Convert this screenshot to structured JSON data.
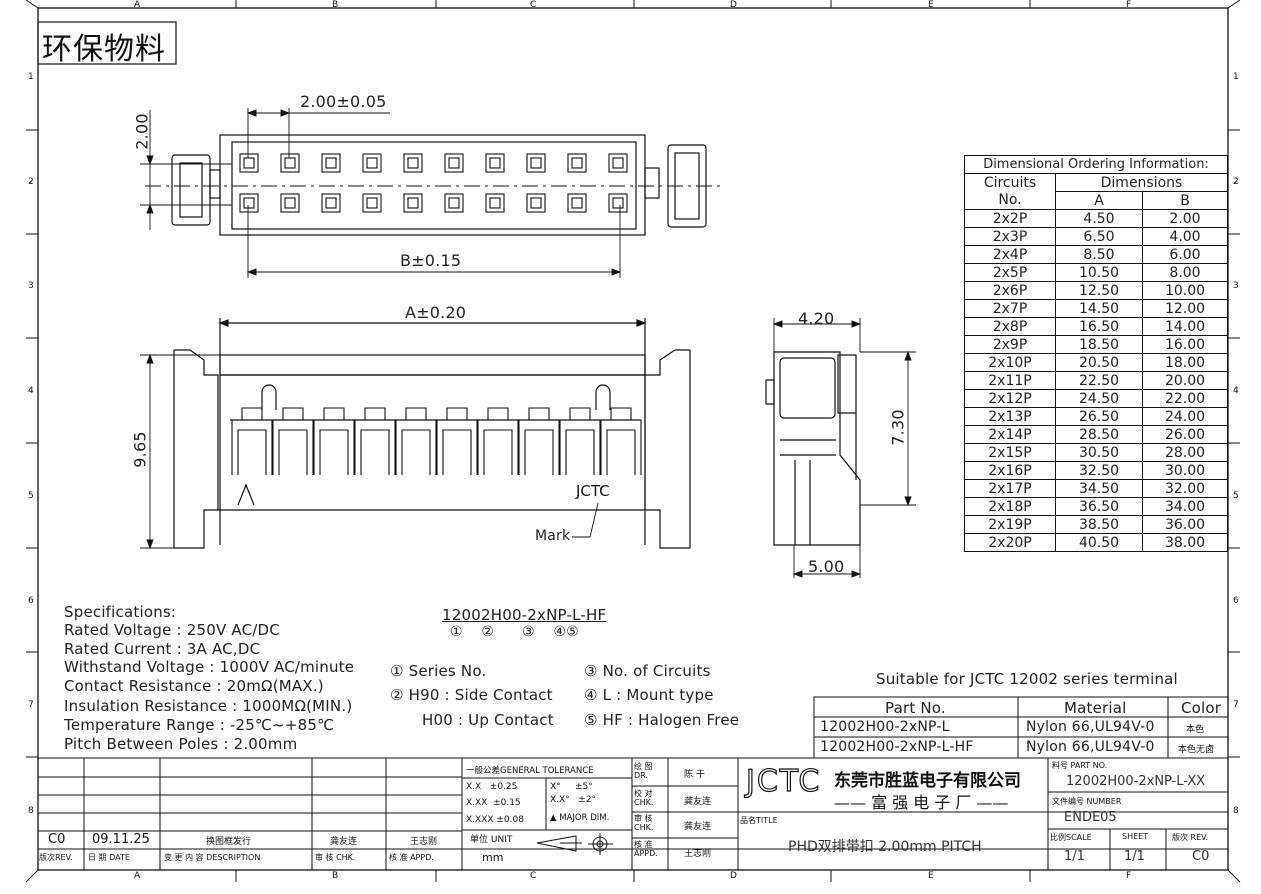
{
  "frame": {
    "cols": [
      "A",
      "B",
      "C",
      "D",
      "E",
      "F"
    ],
    "rows": [
      "1",
      "2",
      "3",
      "4",
      "5",
      "6",
      "7",
      "8"
    ]
  },
  "header": {
    "eco_title": "环保物料"
  },
  "dims": {
    "pitch": "2.00±0.05",
    "row_pitch": "2.00",
    "b_dim": "B±0.15",
    "a_dim": "A±0.20",
    "height": "9.65",
    "side_width": "4.20",
    "side_height": "7.30",
    "side_depth": "5.00",
    "brand_mark": "JCTC",
    "mark_label": "Mark"
  },
  "ordering_table": {
    "title": "Dimensional Ordering Information:",
    "col1": "Circuits",
    "col1b": "No.",
    "col2": "Dimensions",
    "colA": "A",
    "colB": "B",
    "rows": [
      [
        "2x2P",
        "4.50",
        "2.00"
      ],
      [
        "2x3P",
        "6.50",
        "4.00"
      ],
      [
        "2x4P",
        "8.50",
        "6.00"
      ],
      [
        "2x5P",
        "10.50",
        "8.00"
      ],
      [
        "2x6P",
        "12.50",
        "10.00"
      ],
      [
        "2x7P",
        "14.50",
        "12.00"
      ],
      [
        "2x8P",
        "16.50",
        "14.00"
      ],
      [
        "2x9P",
        "18.50",
        "16.00"
      ],
      [
        "2x10P",
        "20.50",
        "18.00"
      ],
      [
        "2x11P",
        "22.50",
        "20.00"
      ],
      [
        "2x12P",
        "24.50",
        "22.00"
      ],
      [
        "2x13P",
        "26.50",
        "24.00"
      ],
      [
        "2x14P",
        "28.50",
        "26.00"
      ],
      [
        "2x15P",
        "30.50",
        "28.00"
      ],
      [
        "2x16P",
        "32.50",
        "30.00"
      ],
      [
        "2x17P",
        "34.50",
        "32.00"
      ],
      [
        "2x18P",
        "36.50",
        "34.00"
      ],
      [
        "2x19P",
        "38.50",
        "36.00"
      ],
      [
        "2x20P",
        "40.50",
        "38.00"
      ]
    ]
  },
  "specs": {
    "title": "Specifications:",
    "lines": [
      "Rated Voltage : 250V AC/DC",
      "Rated Current : 3A AC,DC",
      "Withstand Voltage : 1000V AC/minute",
      "Contact Resistance : 20mΩ(MAX.)",
      "Insulation Resistance : 1000MΩ(MIN.)",
      "Temperature Range : -25℃~+85℃",
      "Pitch Between Poles : 2.00mm"
    ]
  },
  "part_code": {
    "code": "12002H00-2xNP-L-HF",
    "markers": "①    ②      ③    ④⑤",
    "legend": [
      "① Series No.",
      "② H90 : Side Contact",
      "H00 : Up Contact",
      "③ No. of  Circuits",
      "④ L : Mount type",
      "⑤ HF : Halogen Free"
    ]
  },
  "material": {
    "caption": "Suitable for JCTC 12002 series terminal",
    "headers": [
      "Part No.",
      "Material",
      "Color"
    ],
    "rows": [
      [
        "12002H00-2xNP-L",
        "Nylon 66,UL94V-0",
        "本色"
      ],
      [
        "12002H00-2xNP-L-HF",
        "Nylon 66,UL94V-0",
        "本色无卤"
      ]
    ]
  },
  "title_block": {
    "rev_row": [
      "C0",
      "09.11.25",
      "换图框发行",
      "龚友连",
      "王志刚"
    ],
    "rev_labels": [
      "版次REV.",
      "日 期  DATE",
      "变 更 内 容 DESCRIPTION",
      "审 核  CHK.",
      "核 准  APPD."
    ],
    "tol_title": "一般公差GENERAL TOLERANCE",
    "tol_lines": [
      "X.X   ±0.25",
      "X.XX  ±0.15",
      "X.XXX ±0.08"
    ],
    "ang_lines": [
      "X°     ±5°",
      "X.X°   ±2°"
    ],
    "major": "▲ MAJOR DIM.",
    "unit_label": "单位 UNIT",
    "unit": "mm",
    "roles": [
      "绘 图 DR.",
      "校 对 CHK.",
      "审 核 CHK.",
      "核 准 APPD."
    ],
    "names": [
      "陈  干",
      "龚友连",
      "龚友连",
      "王志刚"
    ],
    "logo": "JCTC",
    "company": "东莞市胜蓝电子有限公司",
    "factory": "—— 富 强 电 子 厂 ——",
    "title_label": "品名TITLE",
    "title": "PHD双排带扣  2.00mm  PITCH",
    "part_label": "料号 PART NO.",
    "part_no": "12002H00-2xNP-L-XX",
    "file_label": "文件编号 NUMBER",
    "file_no": "ENDE05",
    "scale_label": "比例SCALE",
    "sheet_label": "SHEET",
    "rev_label": "版次 REV.",
    "scale": "1/1",
    "sheet": "1/1",
    "rev": "C0"
  }
}
